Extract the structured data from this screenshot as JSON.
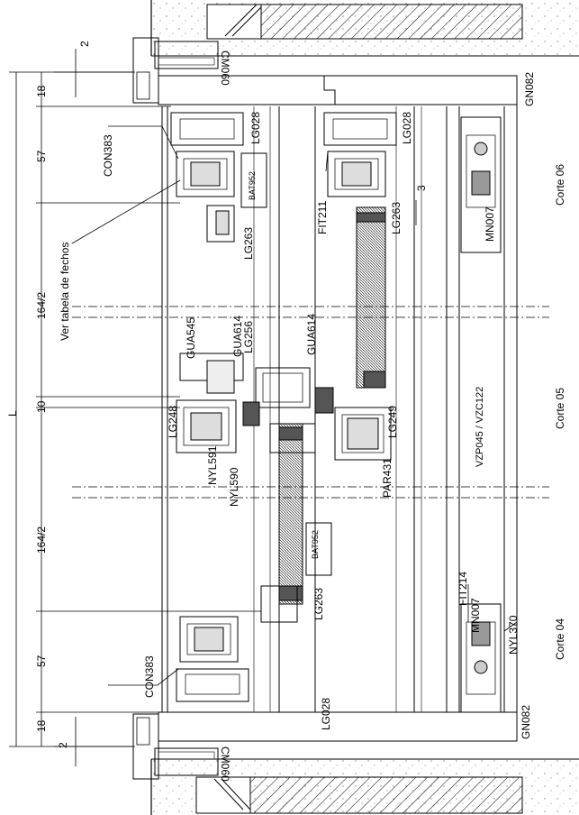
{
  "dimensions": {
    "overall": "L",
    "gap": "2",
    "frame": "18",
    "leaf": "57",
    "half": "164/2",
    "center": "10",
    "glass_step": "3"
  },
  "profiles": {
    "cm060": "CM060",
    "gn082": "GN082",
    "lg028": "LG028",
    "con383": "CON383",
    "bat952": "BAT952",
    "lg263": "LG263",
    "fit211": "FIT211",
    "fit214": "FIT214",
    "mn007": "MN007",
    "nyl370": "NYL370",
    "gua545": "GUA545",
    "gua614": "GUA614",
    "lg256": "LG256",
    "lg248": "LG248",
    "lg249": "LG249",
    "nyl591": "NYL591",
    "nyl590": "NYL590",
    "par431": "PAR431"
  },
  "notes": {
    "fechos": "Ver tabela de fechos",
    "vidro": "VZP045 / VZC122"
  },
  "sections": {
    "corte_04": "Corte 04",
    "corte_05": "Corte 05",
    "corte_06": "Corte 06"
  }
}
